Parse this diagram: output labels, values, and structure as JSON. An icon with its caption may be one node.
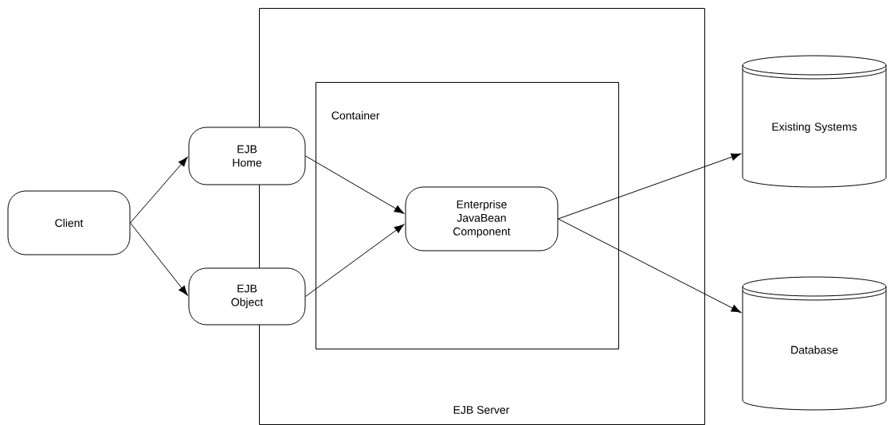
{
  "diagram": {
    "nodes": [
      {
        "text": [
          "EJB Server"
        ]
      },
      {
        "text": [
          "Container"
        ],
        "in": 0
      },
      {
        "text": [
          "Client"
        ]
      },
      {
        "text": [
          "EJB Home"
        ]
      },
      {
        "text": [
          "EJB Object"
        ]
      },
      {
        "text": [
          "Enterprise JavaBean Component"
        ],
        "in": 1
      },
      {
        "text": [
          "Existing Systems"
        ]
      },
      {
        "text": [
          "Database"
        ]
      }
    ],
    "edges": [
      {
        "from": 2,
        "to": 3,
        "arrow": "to"
      },
      {
        "from": 2,
        "to": 4,
        "arrow": "to"
      },
      {
        "from": 3,
        "to": 5,
        "arrow": "to"
      },
      {
        "from": 4,
        "to": 5,
        "arrow": "to"
      },
      {
        "from": 5,
        "to": 6,
        "arrow": "to"
      },
      {
        "from": 5,
        "to": 7,
        "arrow": "to"
      }
    ]
  }
}
